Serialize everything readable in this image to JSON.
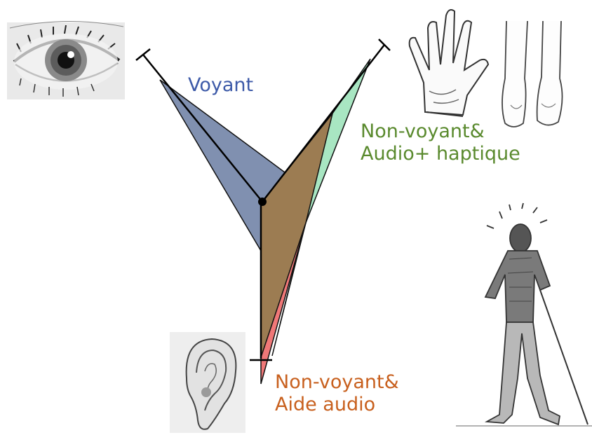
{
  "labels": {
    "voyant": "Voyant",
    "haptic_line1": "Non-voyant&",
    "haptic_line2": "Audio+ haptique",
    "audio_line1": "Non-voyant&",
    "audio_line2": "Aide audio"
  },
  "colors": {
    "voyant": "#3d5aa8",
    "haptic": "#5a8a2e",
    "audio": "#c8601e",
    "blue_fill": "#8090b0",
    "brown_fill": "#9c7c52",
    "green_fill": "#a8e6c2",
    "red_fill": "#f07878"
  },
  "illustrations": [
    "eye-sketch",
    "hand-sketch",
    "feet-sketch",
    "ear-sketch",
    "walking-person-with-cane-sketch"
  ]
}
